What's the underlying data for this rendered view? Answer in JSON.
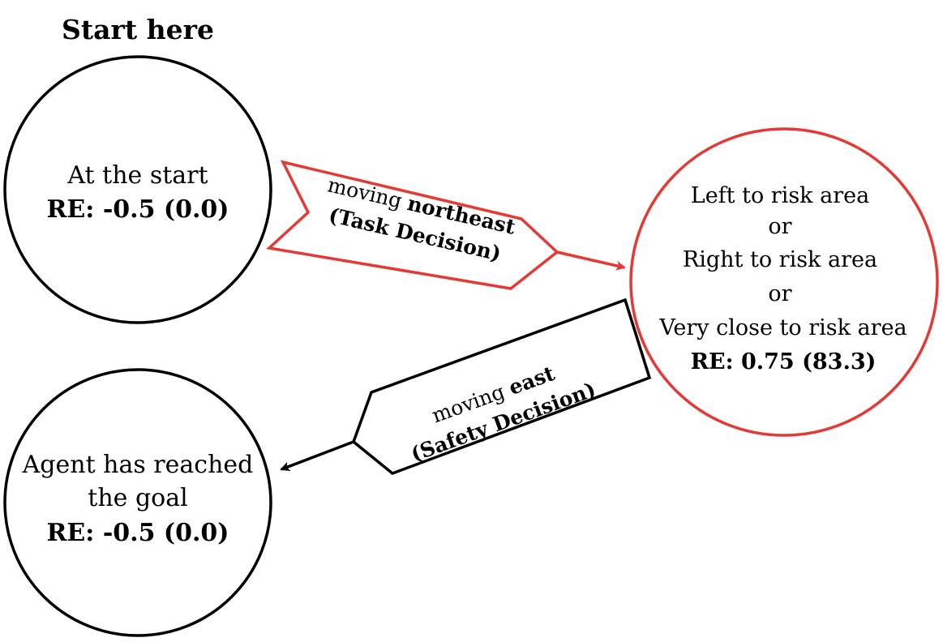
{
  "start_label": "Start here",
  "colors": {
    "accent": "#e53935",
    "ink": "#000000"
  },
  "nodes": {
    "start": {
      "line1": "At the start",
      "re": "RE: -0.5 (0.0)"
    },
    "risk": {
      "line1": "Left to risk area",
      "or1": "or",
      "line2": "Right to risk area",
      "or2": "or",
      "line3": "Very close to risk area",
      "re": "RE: 0.75 (83.3)"
    },
    "goal": {
      "line1": "Agent has reached",
      "line2": "the goal",
      "re": "RE: -0.5 (0.0)"
    }
  },
  "edges": {
    "task": {
      "prefix": "moving ",
      "direction": "northeast",
      "decision": "(Task Decision)"
    },
    "safety": {
      "prefix": "moving ",
      "direction": "east",
      "decision": "(Safety Decision)"
    }
  }
}
